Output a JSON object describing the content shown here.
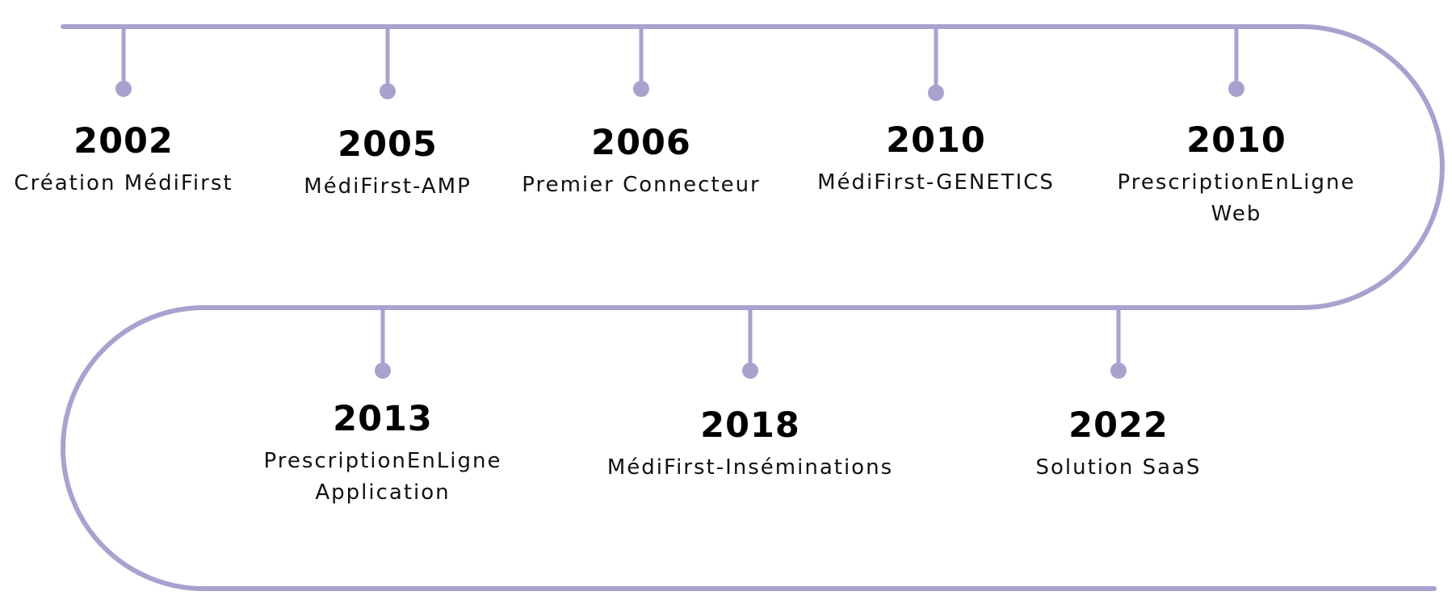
{
  "timeline": {
    "line_color": "#a8a2cf",
    "milestones": [
      {
        "year": "2002",
        "label": "Création MédiFirst"
      },
      {
        "year": "2005",
        "label": "MédiFirst-AMP"
      },
      {
        "year": "2006",
        "label": "Premier Connecteur"
      },
      {
        "year": "2010",
        "label": "MédiFirst-GENETICS"
      },
      {
        "year": "2010",
        "label": "PrescriptionEnLigne Web"
      },
      {
        "year": "2013",
        "label": "PrescriptionEnLigne Application"
      },
      {
        "year": "2018",
        "label": "MédiFirst-Inséminations"
      },
      {
        "year": "2022",
        "label": "Solution SaaS"
      }
    ]
  }
}
